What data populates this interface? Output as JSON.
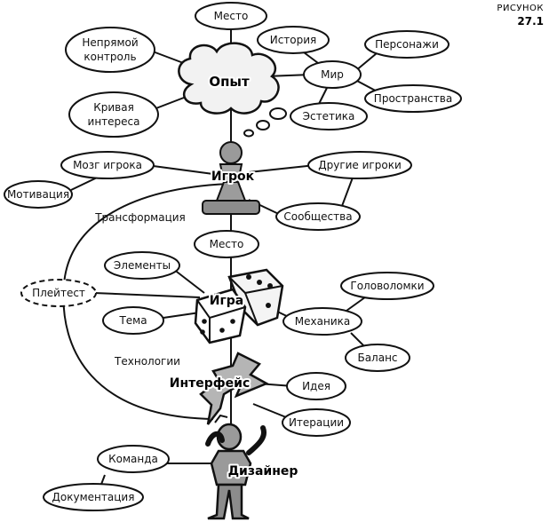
{
  "figure": {
    "label": "РИСУНОК",
    "number": "27.1"
  },
  "center": {
    "experience": "Опыт",
    "player": "Игрок",
    "game": "Игра",
    "interface": "Интерфейс",
    "designer": "Дизайнер"
  },
  "nodes": {
    "place_top": "Место",
    "indirect_control": [
      "Непрямой",
      "контроль"
    ],
    "story": "История",
    "characters": "Персонажи",
    "world": "Мир",
    "spaces": "Пространства",
    "interest_curve": [
      "Кривая",
      "интереса"
    ],
    "aesthetics": "Эстетика",
    "player_mind": "Мозг игрока",
    "other_players": "Другие игроки",
    "motivation": "Мотивация",
    "transformation": "Трансформация",
    "communities": "Сообщества",
    "place_mid": "Место",
    "elements": "Элементы",
    "playtest": "Плейтест",
    "theme": "Тема",
    "puzzles": "Головоломки",
    "mechanics": "Механика",
    "balance": "Баланс",
    "technology": "Технологии",
    "idea": "Идея",
    "iterations": "Итерации",
    "team": "Команда",
    "documentation": "Документация"
  }
}
